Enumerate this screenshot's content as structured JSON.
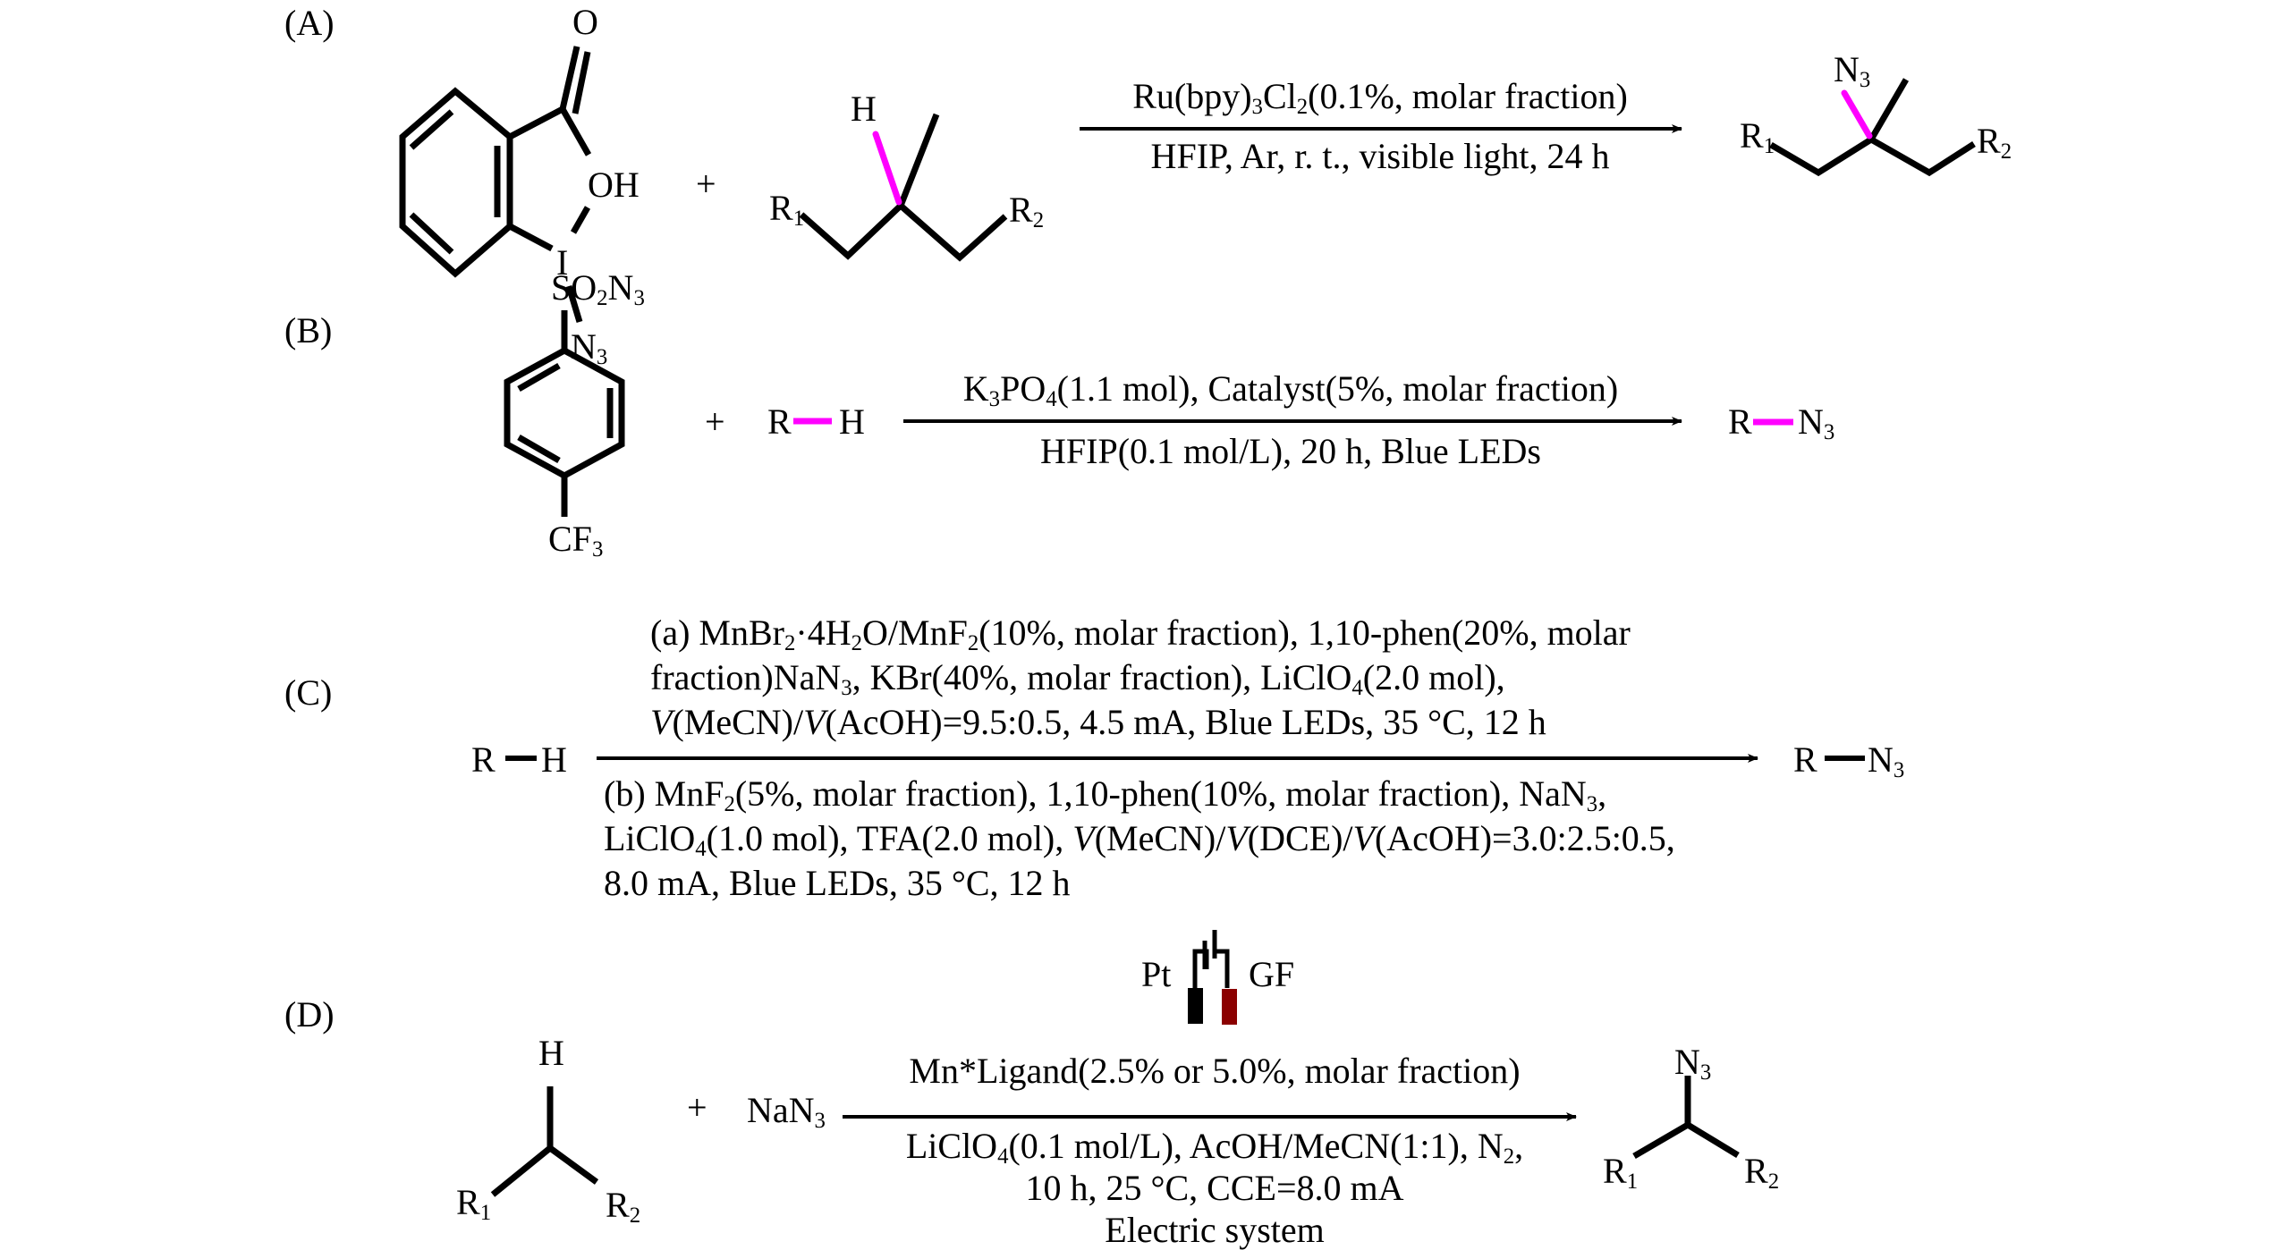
{
  "colors": {
    "ink": "#000000",
    "highlight_bond": "#ff00ff",
    "graphite_electrode": "#8b0000",
    "platinum_electrode": "#000000"
  },
  "schemes": {
    "A": {
      "label": "(A)",
      "reagent1": {
        "name": "azidobenziodoxolone",
        "atoms": {
          "O": "O",
          "OH": "OH",
          "I": "I",
          "N": "N",
          "N_sub": "3"
        }
      },
      "plus": "+",
      "substrate": {
        "R1": "R",
        "R1_sub": "1",
        "R2": "R",
        "R2_sub": "2",
        "H": "H"
      },
      "conditions_above": {
        "pre": "Ru(bpy)",
        "s1": "3",
        "mid": "Cl",
        "s2": "2",
        "post": "(0.1%, molar fraction)"
      },
      "conditions_below": "HFIP, Ar, r. t., visible light, 24 h",
      "product": {
        "R1": "R",
        "R1_sub": "1",
        "R2": "R",
        "R2_sub": "2",
        "N": "N",
        "N_sub": "3"
      }
    },
    "B": {
      "label": "(B)",
      "reagent1": {
        "top": {
          "pre": "SO",
          "s1": "2",
          "mid": "N",
          "s2": "3"
        },
        "bottom": {
          "pre": "CF",
          "s1": "3"
        }
      },
      "plus": "+",
      "substrate": {
        "R": "R",
        "H": "H"
      },
      "conditions_above": {
        "pre": "K",
        "s1": "3",
        "mid": "PO",
        "s2": "4",
        "post": "(1.1 mol), Catalyst(5%, molar fraction)"
      },
      "conditions_below": "HFIP(0.1 mol/L), 20 h, Blue LEDs",
      "product": {
        "R": "R",
        "N": "N",
        "N_sub": "3"
      }
    },
    "C": {
      "label": "(C)",
      "substrate": {
        "R": "R",
        "H": "H"
      },
      "conditions_a": {
        "line1": {
          "pre": "(a) MnBr",
          "s1": "2",
          "mid1": "·4H",
          "s2": "2",
          "mid2": "O/MnF",
          "s3": "2",
          "post": "(10%, molar fraction), 1,10-phen(20%, molar"
        },
        "line2": {
          "pre": "fraction)NaN",
          "s1": "3",
          "mid1": ", KBr(40%, molar fraction), LiClO",
          "s2": "4",
          "post": "(2.0 mol),"
        },
        "line3": {
          "v1": "V",
          "a": "(MeCN)/",
          "v2": "V",
          "post": "(AcOH)=9.5:0.5, 4.5 mA, Blue LEDs, 35 °C, 12 h"
        }
      },
      "conditions_b": {
        "line1": {
          "pre": "(b) MnF",
          "s1": "2",
          "mid1": "(5%, molar fraction), 1,10-phen(10%, molar fraction), NaN",
          "s2": "3",
          "post": ","
        },
        "line2": {
          "pre": "LiClO",
          "s1": "4",
          "mid1": "(1.0 mol), TFA(2.0 mol), ",
          "v1": "V",
          "a": "(MeCN)/",
          "v2": "V",
          "b": "(DCE)/",
          "v3": "V",
          "post": "(AcOH)=3.0:2.5:0.5,"
        },
        "line3": "8.0 mA, Blue LEDs, 35 °C, 12 h"
      },
      "product": {
        "R": "R",
        "N": "N",
        "N_sub": "3"
      }
    },
    "D": {
      "label": "(D)",
      "electrolysis_cell": {
        "anode_label": "Pt",
        "cathode_label": "GF"
      },
      "substrate": {
        "R1": "R",
        "R1_sub": "1",
        "R2": "R",
        "R2_sub": "2",
        "H": "H"
      },
      "plus": "+",
      "reagent2": {
        "pre": "NaN",
        "s1": "3"
      },
      "conditions_above": "Mn*Ligand(2.5% or 5.0%, molar fraction)",
      "conditions_below": {
        "line1": {
          "pre": "LiClO",
          "s1": "4",
          "mid": "(0.1 mol/L), AcOH/MeCN(1:1), N",
          "s2": "2",
          "post": ","
        },
        "line2": "10 h, 25 °C, CCE=8.0 mA",
        "line3": "Electric system"
      },
      "product": {
        "R1": "R",
        "R1_sub": "1",
        "R2": "R",
        "R2_sub": "2",
        "N": "N",
        "N_sub": "3"
      }
    }
  }
}
